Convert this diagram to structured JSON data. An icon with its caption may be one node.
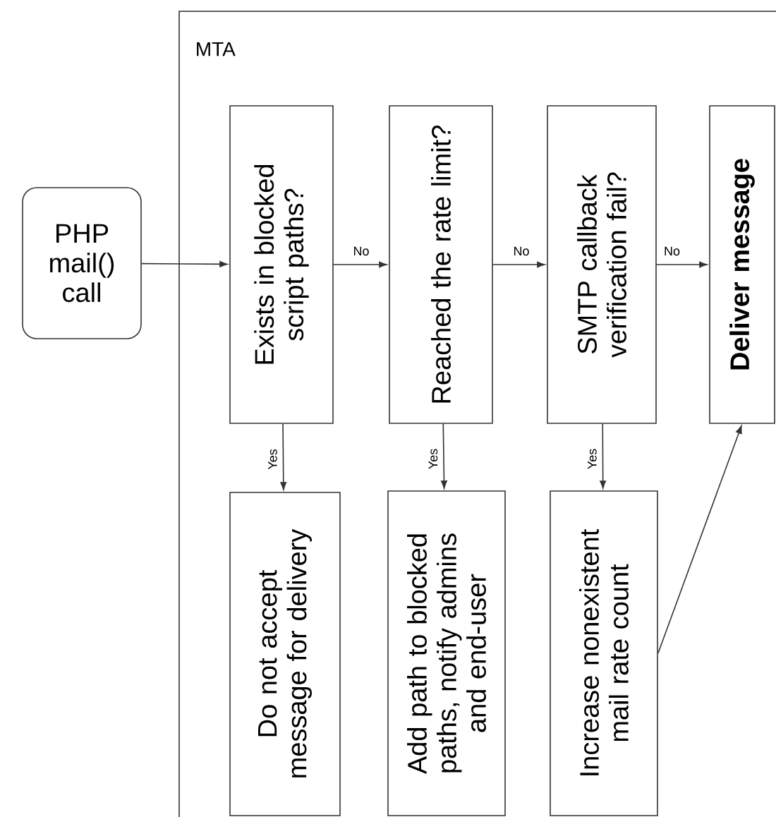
{
  "diagram": {
    "nodes": [
      {
        "text": [
          "MTA"
        ]
      },
      {
        "text": [
          "PHP mail() call"
        ]
      },
      {
        "text": [
          "Exists in blocked script paths?"
        ],
        "in": 0
      },
      {
        "text": [
          "Reached the rate limit?"
        ],
        "in": 0
      },
      {
        "text": [
          "SMTP callback verification fail?"
        ],
        "in": 0
      },
      {
        "text": [
          "Deliver message"
        ],
        "in": 0
      },
      {
        "text": [
          "Do not accept message for delivery"
        ],
        "in": 0
      },
      {
        "text": [
          "Add path to blocked paths, notify admins and end-user"
        ],
        "in": 0
      },
      {
        "text": [
          "Increase nonexistent mail rate count"
        ],
        "in": 0
      }
    ],
    "edges": [
      {
        "from": 1,
        "to": 2,
        "arrow": "to"
      },
      {
        "from": 2,
        "to": 3,
        "arrow": "to",
        "label": "No"
      },
      {
        "from": 3,
        "to": 4,
        "arrow": "to",
        "label": "No"
      },
      {
        "from": 4,
        "to": 5,
        "arrow": "to",
        "label": "No"
      },
      {
        "from": 2,
        "to": 6,
        "arrow": "to",
        "label": "Yes"
      },
      {
        "from": 3,
        "to": 7,
        "arrow": "to",
        "label": "Yes"
      },
      {
        "from": 4,
        "to": 8,
        "arrow": "to",
        "label": "Yes"
      },
      {
        "from": 8,
        "to": 5,
        "arrow": "to"
      }
    ]
  }
}
